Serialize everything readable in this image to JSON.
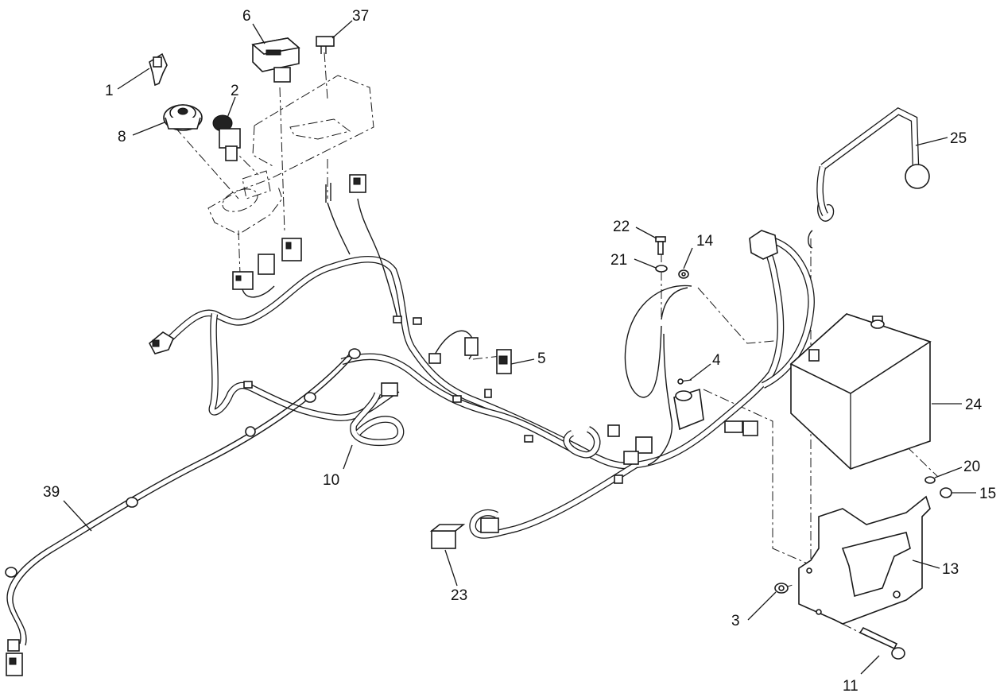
{
  "callouts": [
    {
      "id": "c1",
      "text": "1"
    },
    {
      "id": "c2",
      "text": "2"
    },
    {
      "id": "c3",
      "text": "3"
    },
    {
      "id": "c4",
      "text": "4"
    },
    {
      "id": "c5",
      "text": "5"
    },
    {
      "id": "c6",
      "text": "6"
    },
    {
      "id": "c8",
      "text": "8"
    },
    {
      "id": "c10",
      "text": "10"
    },
    {
      "id": "c11",
      "text": "11"
    },
    {
      "id": "c13",
      "text": "13"
    },
    {
      "id": "c14",
      "text": "14"
    },
    {
      "id": "c15",
      "text": "15"
    },
    {
      "id": "c20",
      "text": "20"
    },
    {
      "id": "c21",
      "text": "21"
    },
    {
      "id": "c22",
      "text": "22"
    },
    {
      "id": "c23",
      "text": "23"
    },
    {
      "id": "c24",
      "text": "24"
    },
    {
      "id": "c25",
      "text": "25"
    },
    {
      "id": "c37",
      "text": "37"
    },
    {
      "id": "c39",
      "text": "39"
    }
  ]
}
